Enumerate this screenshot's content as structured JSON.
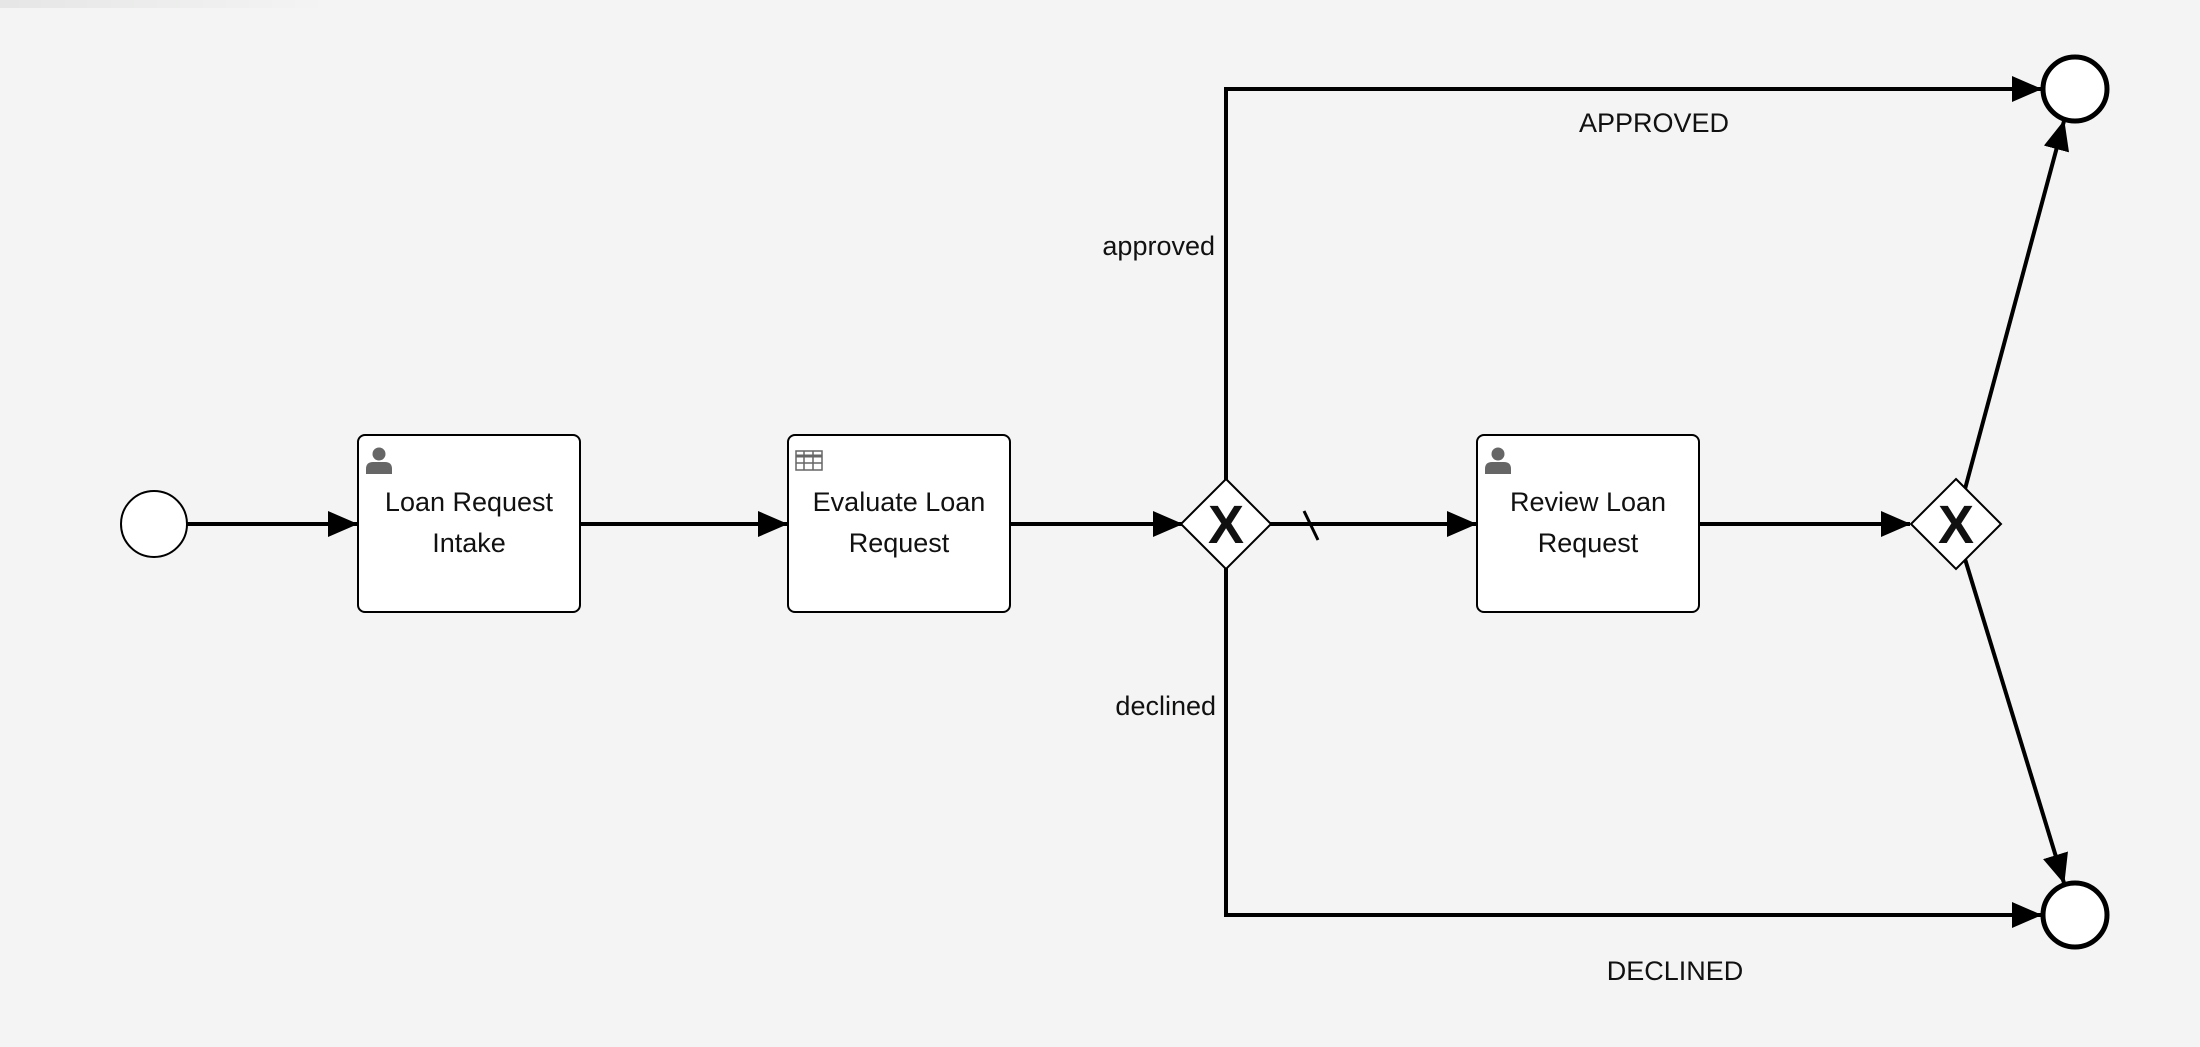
{
  "diagram": {
    "tasks": [
      {
        "line1": "Loan Request",
        "line2": "Intake",
        "icon": "user-icon"
      },
      {
        "line1": "Evaluate Loan",
        "line2": "Request",
        "icon": "table-icon"
      },
      {
        "line1": "Review Loan",
        "line2": "Request",
        "icon": "user-icon"
      }
    ],
    "gateways": [
      {
        "marker": "X"
      },
      {
        "marker": "X"
      }
    ],
    "flow_labels": {
      "approved": "approved",
      "declined": "declined"
    },
    "end_events": {
      "approved": "APPROVED",
      "declined": "DECLINED"
    }
  }
}
